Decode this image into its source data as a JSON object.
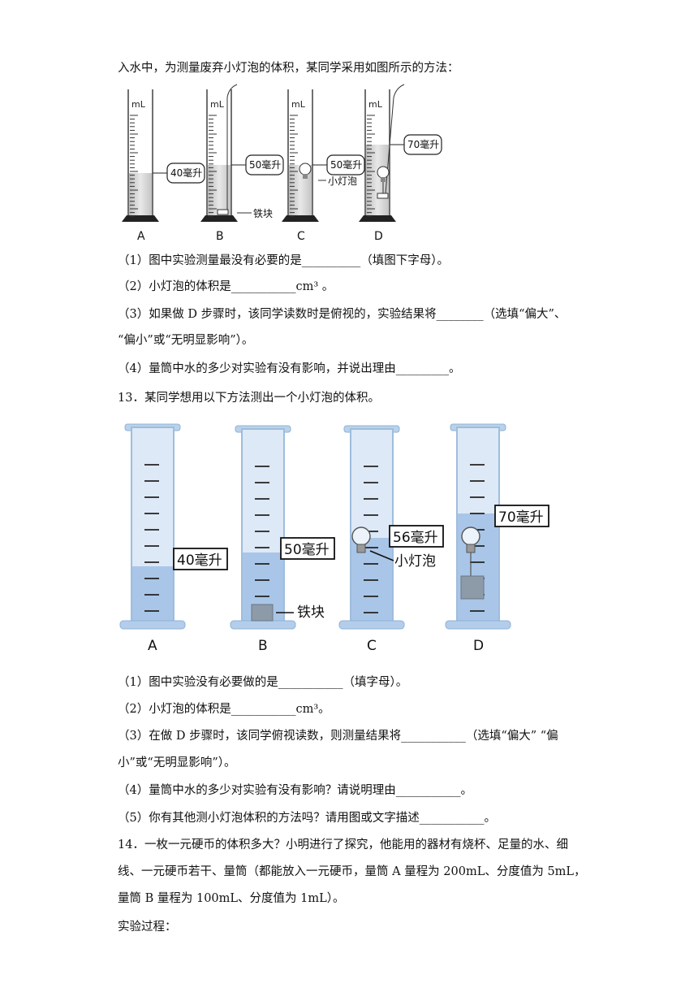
{
  "q12": {
    "intro": "入水中，为测量废弃小灯泡的体积，某同学采用如图所示的方法：",
    "figure": {
      "unit": "mL",
      "callouts": [
        "40毫升",
        "50毫升",
        "50毫升",
        "70毫升"
      ],
      "iron_label": "铁块",
      "bulb_label": "小灯泡",
      "letters": [
        "A",
        "B",
        "C",
        "D"
      ]
    },
    "questions": [
      "（1）图中实验测量最没有必要的是__________（填图下字母）。",
      "（2）小灯泡的体积是___________cm³ 。",
      "（3）如果做 D 步骤时，该同学读数时是俯视的，实验结果将________（选填“偏大”、",
      "“偏小”或“无明显影响”）。",
      "（4）量筒中水的多少对实验有没有影响，并说出理由_________。"
    ]
  },
  "q13": {
    "stem": "13．某同学想用以下方法测出一个小灯泡的体积。",
    "figure": {
      "callouts": [
        "40毫升",
        "50毫升",
        "56毫升",
        "70毫升"
      ],
      "iron_label": "铁块",
      "bulb_label": "小灯泡",
      "letters": [
        "A",
        "B",
        "C",
        "D"
      ]
    },
    "questions": [
      "（1）图中实验没有必要做的是___________（填字母）。",
      "（2）小灯泡的体积是___________cm³。",
      "（3）在做 D 步骤时，该同学俯视读数，则测量结果将___________（选填“偏大”  “偏",
      "小”或“无明显影响”）。",
      "（4）量筒中水的多少对实验有没有影响？请说明理由___________。",
      "（5）你有其他测小灯泡体积的方法吗？请用图或文字描述___________。"
    ]
  },
  "q14": {
    "lines": [
      "14．一枚一元硬币的体积多大？小明进行了探究，他能用的器材有烧杯、足量的水、细",
      "线、一元硬币若干、量筒（都能放入一元硬币，量筒 A 量程为 200mL、分度值为 5mL，",
      "量筒 B 量程为 100mL、分度值为 1mL）。",
      "实验过程："
    ]
  }
}
